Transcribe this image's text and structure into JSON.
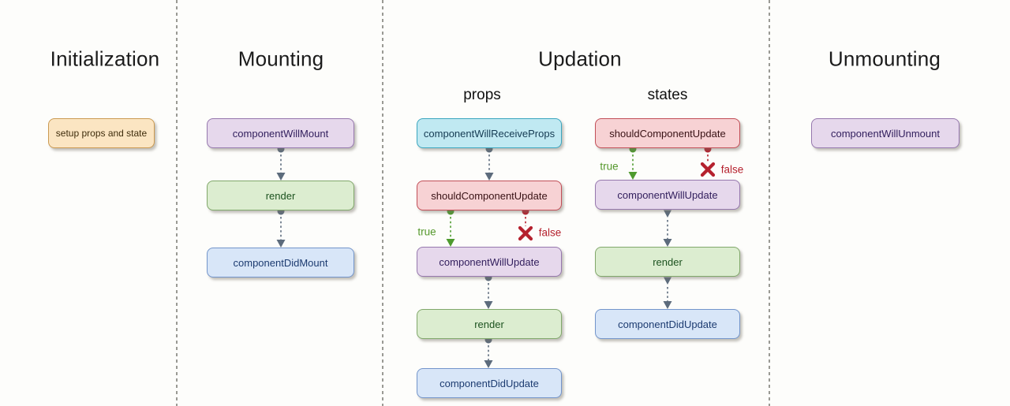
{
  "sections": [
    {
      "title": "Initialization",
      "nodes": [
        {
          "label": "setup props and state",
          "color": "orange"
        }
      ]
    },
    {
      "title": "Mounting",
      "nodes": [
        {
          "label": "componentWillMount",
          "color": "purple"
        },
        {
          "label": "render",
          "color": "green"
        },
        {
          "label": "componentDidMount",
          "color": "blue"
        }
      ]
    },
    {
      "title": "Updation",
      "columns": [
        {
          "subtitle": "props",
          "nodes": [
            {
              "label": "componentWillReceiveProps",
              "color": "cyan"
            },
            {
              "label": "shouldComponentUpdate",
              "color": "red"
            },
            {
              "label": "componentWillUpdate",
              "color": "purple"
            },
            {
              "label": "render",
              "color": "green"
            },
            {
              "label": "componentDidUpdate",
              "color": "blue"
            }
          ],
          "branch": {
            "true_label": "true",
            "false_label": "false"
          }
        },
        {
          "subtitle": "states",
          "nodes": [
            {
              "label": "shouldComponentUpdate",
              "color": "red"
            },
            {
              "label": "componentWillUpdate",
              "color": "purple"
            },
            {
              "label": "render",
              "color": "green"
            },
            {
              "label": "componentDidUpdate",
              "color": "blue"
            }
          ],
          "branch": {
            "true_label": "true",
            "false_label": "false"
          }
        }
      ]
    },
    {
      "title": "Unmounting",
      "nodes": [
        {
          "label": "componentWillUnmount",
          "color": "purple"
        }
      ]
    }
  ],
  "palette": {
    "background": "#fdfdfb",
    "divider": "#9a9a94",
    "connector_gray": "#5c6b7c",
    "true_green": "#4e9a2e",
    "false_red": "#b5212e",
    "orange": {
      "bg": "#fbe5c2",
      "border": "#cb9a52",
      "text": "#3f2d0c"
    },
    "purple": {
      "bg": "#e6d8ec",
      "border": "#9678ae",
      "text": "#33205e"
    },
    "green": {
      "bg": "#dcedd0",
      "border": "#81a86b",
      "text": "#1c521f"
    },
    "blue": {
      "bg": "#d8e6f8",
      "border": "#7395cb",
      "text": "#1c3b70"
    },
    "cyan": {
      "bg": "#c0e9f2",
      "border": "#3ba6bf",
      "text": "#143a52"
    },
    "red": {
      "bg": "#f7d2d4",
      "border": "#c24f58",
      "text": "#381114"
    }
  }
}
